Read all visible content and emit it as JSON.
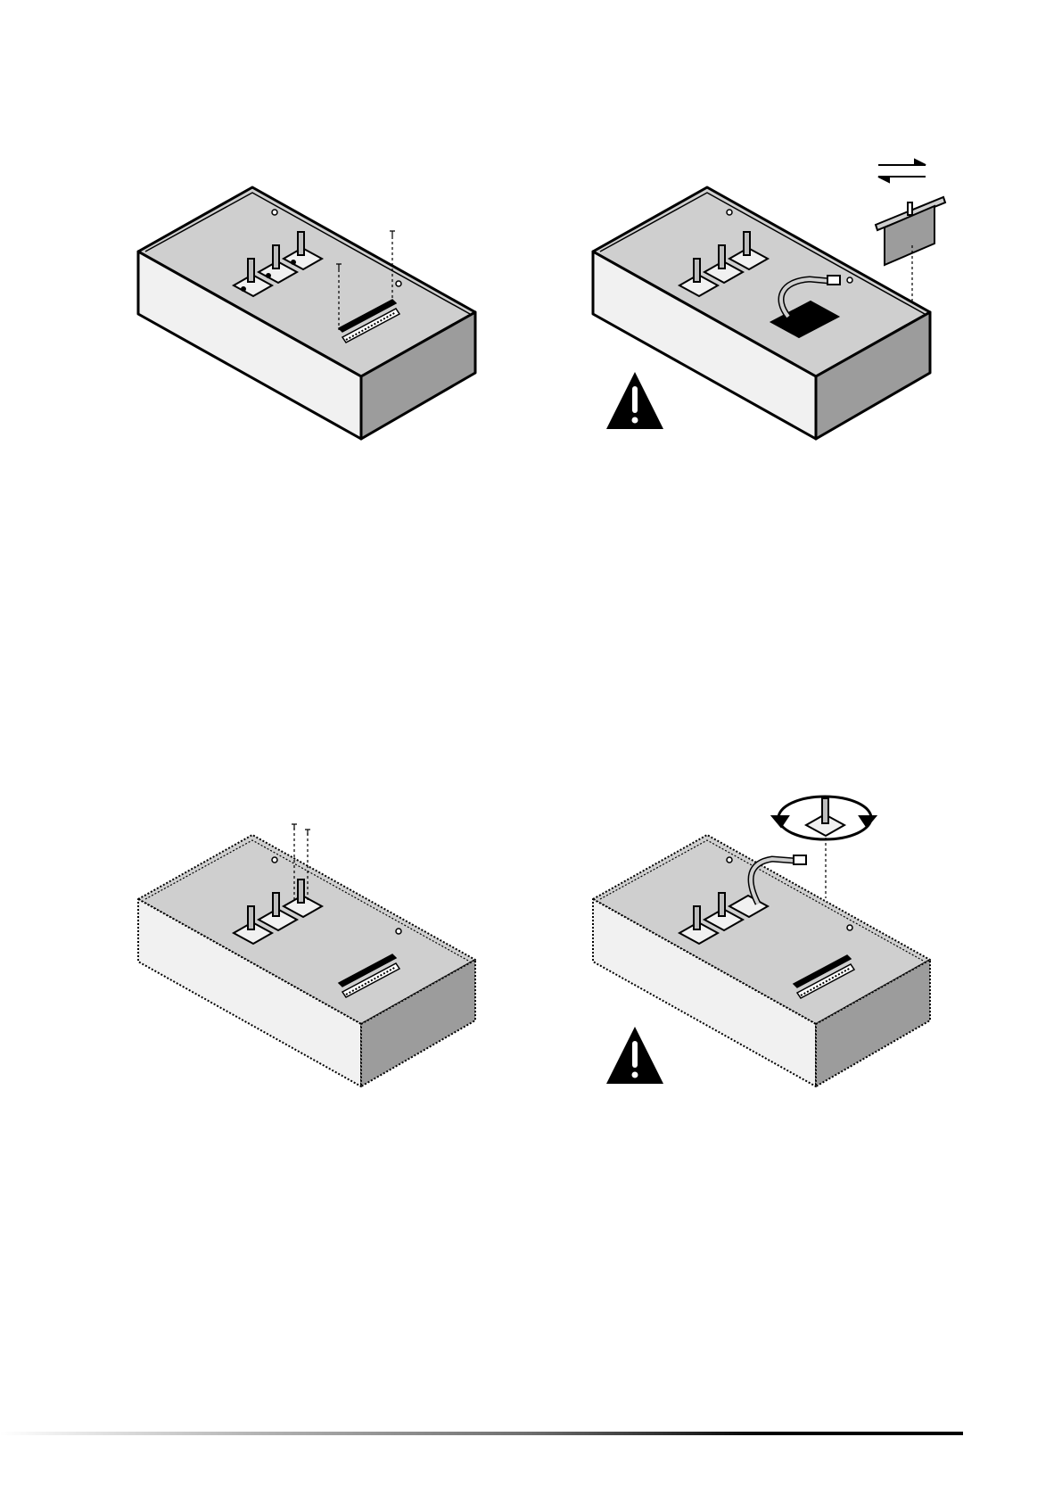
{
  "figures": [
    {
      "id": "step-1",
      "style": "solid",
      "warning": false
    },
    {
      "id": "step-2",
      "style": "solid",
      "warning": true,
      "swap_arrows": true
    },
    {
      "id": "step-3",
      "style": "dotted",
      "warning": false
    },
    {
      "id": "step-4",
      "style": "dotted",
      "warning": true,
      "rotate_arrows": true
    }
  ],
  "colors": {
    "top_face": "#cfcfcf",
    "side_face": "#9c9c9c",
    "front_face": "#f1f1f1",
    "line": "#000000",
    "warning_fill": "#000000"
  }
}
